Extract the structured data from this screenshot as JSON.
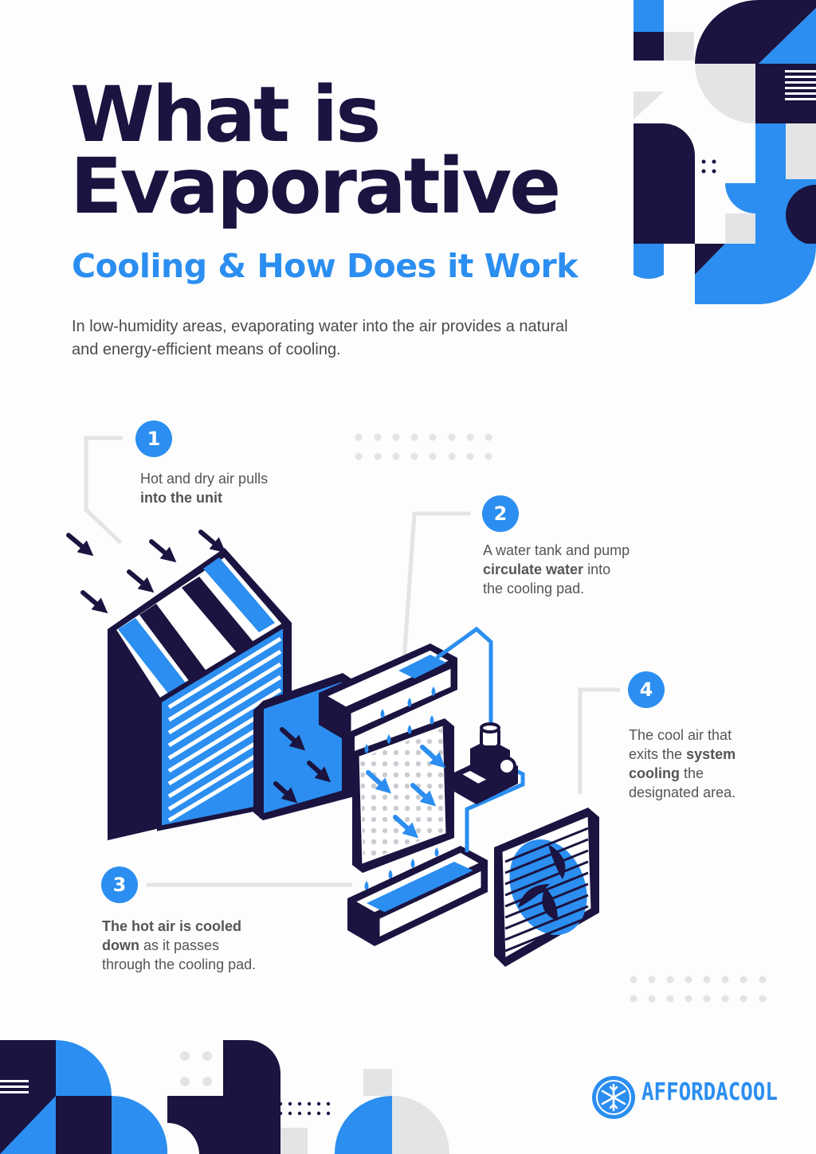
{
  "title": {
    "line1": "What is",
    "line2": "Evaporative",
    "subtitle": "Cooling & How Does it Work"
  },
  "intro": "In low-humidity areas, evaporating water into the air provides a natural and energy-efficient means of cooling.",
  "steps": [
    {
      "number": "1",
      "text_plain": "Hot and dry air pulls",
      "text_bold": "into the unit"
    },
    {
      "number": "2",
      "text_plain_a": "A water tank and pump",
      "text_bold": "circulate water",
      "text_plain_b": "into",
      "text_plain_c": "the cooling pad."
    },
    {
      "number": "3",
      "text_bold_a": "The hot air is cooled",
      "text_bold_b": "down",
      "text_plain_a": "as it passes",
      "text_plain_b": "through the cooling pad."
    },
    {
      "number": "4",
      "text_plain_a": "The cool air that",
      "text_plain_b": "exits the",
      "text_bold_a": "system",
      "text_bold_b": "cooling",
      "text_plain_c": "the",
      "text_plain_d": "designated area."
    }
  ],
  "brand": {
    "name": "AFFORDACOOL",
    "icon": "snowflake-icon"
  },
  "colors": {
    "navy": "#1b1340",
    "blue": "#2b8ef0",
    "light_gray": "#e3e4e6",
    "text_gray": "#555555"
  }
}
